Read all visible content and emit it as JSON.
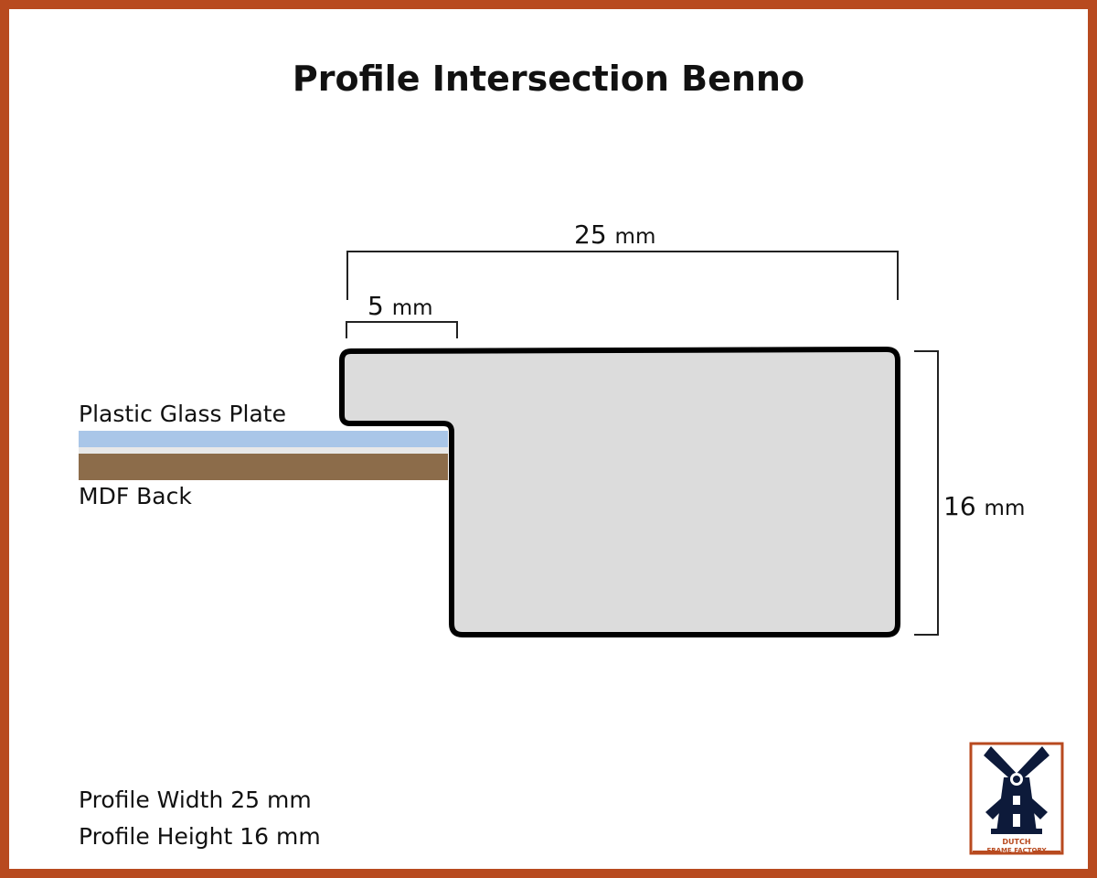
{
  "title": "Profile Intersection Benno",
  "dimensions": {
    "width": {
      "value": "25",
      "unit": "mm"
    },
    "lip": {
      "value": "5",
      "unit": "mm"
    },
    "height": {
      "value": "16",
      "unit": "mm"
    }
  },
  "layers": {
    "glass": {
      "label": "Plastic Glass Plate",
      "color": "#a9c6e8"
    },
    "mdf": {
      "label": "MDF Back",
      "color": "#8c6c4a"
    }
  },
  "specs": {
    "width_line": "Profile Width 25 mm",
    "height_line": "Profile Height 16 mm"
  },
  "profile": {
    "fill": "#dcdcdc",
    "stroke": "#000000"
  },
  "brand": {
    "line1": "DUTCH",
    "line2": "FRAME FACTORY",
    "accent": "#b84a1f",
    "icon": "windmill-icon"
  }
}
